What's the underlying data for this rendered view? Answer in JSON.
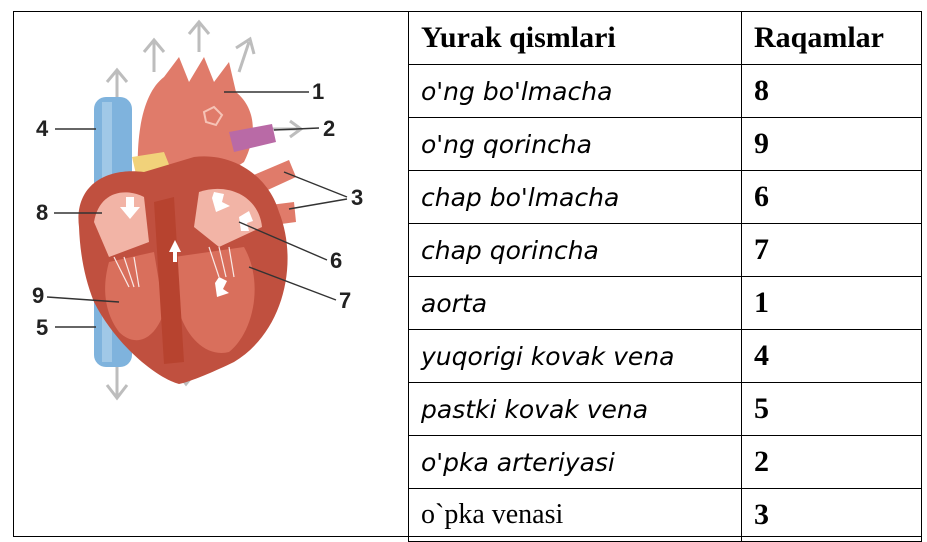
{
  "table": {
    "headers": {
      "part": "Yurak qismlari",
      "number": "Raqamlar"
    },
    "rows": [
      {
        "part": "o'ng bo'lmacha",
        "number": "8"
      },
      {
        "part": "o'ng qorincha",
        "number": "9"
      },
      {
        "part": "chap bo'lmacha",
        "number": "6"
      },
      {
        "part": "chap qorincha",
        "number": "7"
      },
      {
        "part": "aorta",
        "number": "1"
      },
      {
        "part": "yuqorigi  kovak vena",
        "number": "4"
      },
      {
        "part": "pastki kovak vena",
        "number": "5"
      },
      {
        "part": "o'pka arteriyasi",
        "number": "2"
      },
      {
        "part": "o`pka venasi",
        "number": "3"
      }
    ]
  },
  "diagram": {
    "labels": [
      "1",
      "2",
      "3",
      "4",
      "5",
      "6",
      "7",
      "8",
      "9"
    ]
  },
  "colors": {
    "vein_blue": "#7fb3dd",
    "heart_red": "#e07b6a",
    "muscle": "#c0503f",
    "chamber": "#f2b4a6",
    "fat": "#f1d27a"
  }
}
